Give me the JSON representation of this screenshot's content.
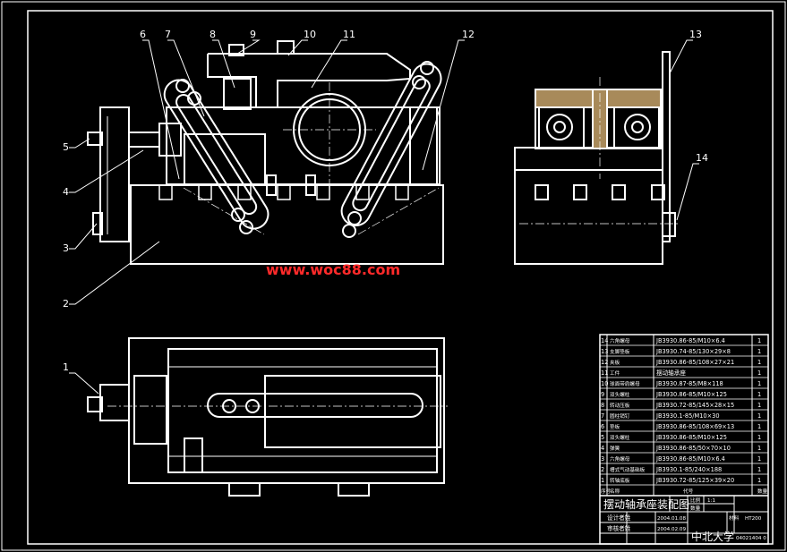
{
  "callouts": [
    "1",
    "2",
    "3",
    "4",
    "5",
    "6",
    "7",
    "8",
    "9",
    "10",
    "11",
    "12",
    "13",
    "14"
  ],
  "watermark": "www.woc88.com",
  "bom_rows": [
    {
      "no": "14",
      "name": "六角螺母",
      "spec": "JB3930.86-85/M10×6.4",
      "qty": "1"
    },
    {
      "no": "13",
      "name": "支脚垫板",
      "spec": "JB3930.74-85/130×29×8",
      "qty": "1"
    },
    {
      "no": "12",
      "name": "夹板",
      "spec": "JB3930.86-85/108×27×21",
      "qty": "1"
    },
    {
      "no": "11",
      "name": "工件",
      "spec": "摆动轴承座",
      "qty": "1"
    },
    {
      "no": "10",
      "name": "球面带肩螺母",
      "spec": "JB3930.87-85/M8×118",
      "qty": "1"
    },
    {
      "no": "9",
      "name": "双头螺柱",
      "spec": "JB3930.86-85/M10×125",
      "qty": "1"
    },
    {
      "no": "8",
      "name": "转动压板",
      "spec": "JB3930.72-85/145×28×15",
      "qty": "1"
    },
    {
      "no": "7",
      "name": "圆柱销钉",
      "spec": "JB3930.1-85/M10×30",
      "qty": "1"
    },
    {
      "no": "6",
      "name": "垫板",
      "spec": "JB3930.86-85/108×69×13",
      "qty": "1"
    },
    {
      "no": "5",
      "name": "双头螺柱",
      "spec": "JB3930.86-85/M10×125",
      "qty": "1"
    },
    {
      "no": "4",
      "name": "弹簧",
      "spec": "JB3930.86-85/50×70×10",
      "qty": "1"
    },
    {
      "no": "3",
      "name": "六角螺母",
      "spec": "JB3930.86-85/M10×6.4",
      "qty": "1"
    },
    {
      "no": "2",
      "name": "槽式气动基础板",
      "spec": "JB3930.1-85/240×188",
      "qty": "1"
    },
    {
      "no": "1",
      "name": "转轴底板",
      "spec": "JB3930.72-85/125×39×20",
      "qty": "1"
    }
  ],
  "bom_header": {
    "no": "序号",
    "name": "名称",
    "spec": "代号",
    "qty": "数量"
  },
  "title": "摆动轴承座装配图",
  "scale_label": "比例",
  "scale_value": "1:1",
  "sheet_label": "数量",
  "designer_label": "设计者姓",
  "designer_date": "2004.01.08",
  "checker_label": "审核者姓",
  "checker_date": "2004.02.09",
  "material_label": "材料",
  "material_value": "HT200",
  "school": "中北大学",
  "drawing_no": "04021404 0"
}
